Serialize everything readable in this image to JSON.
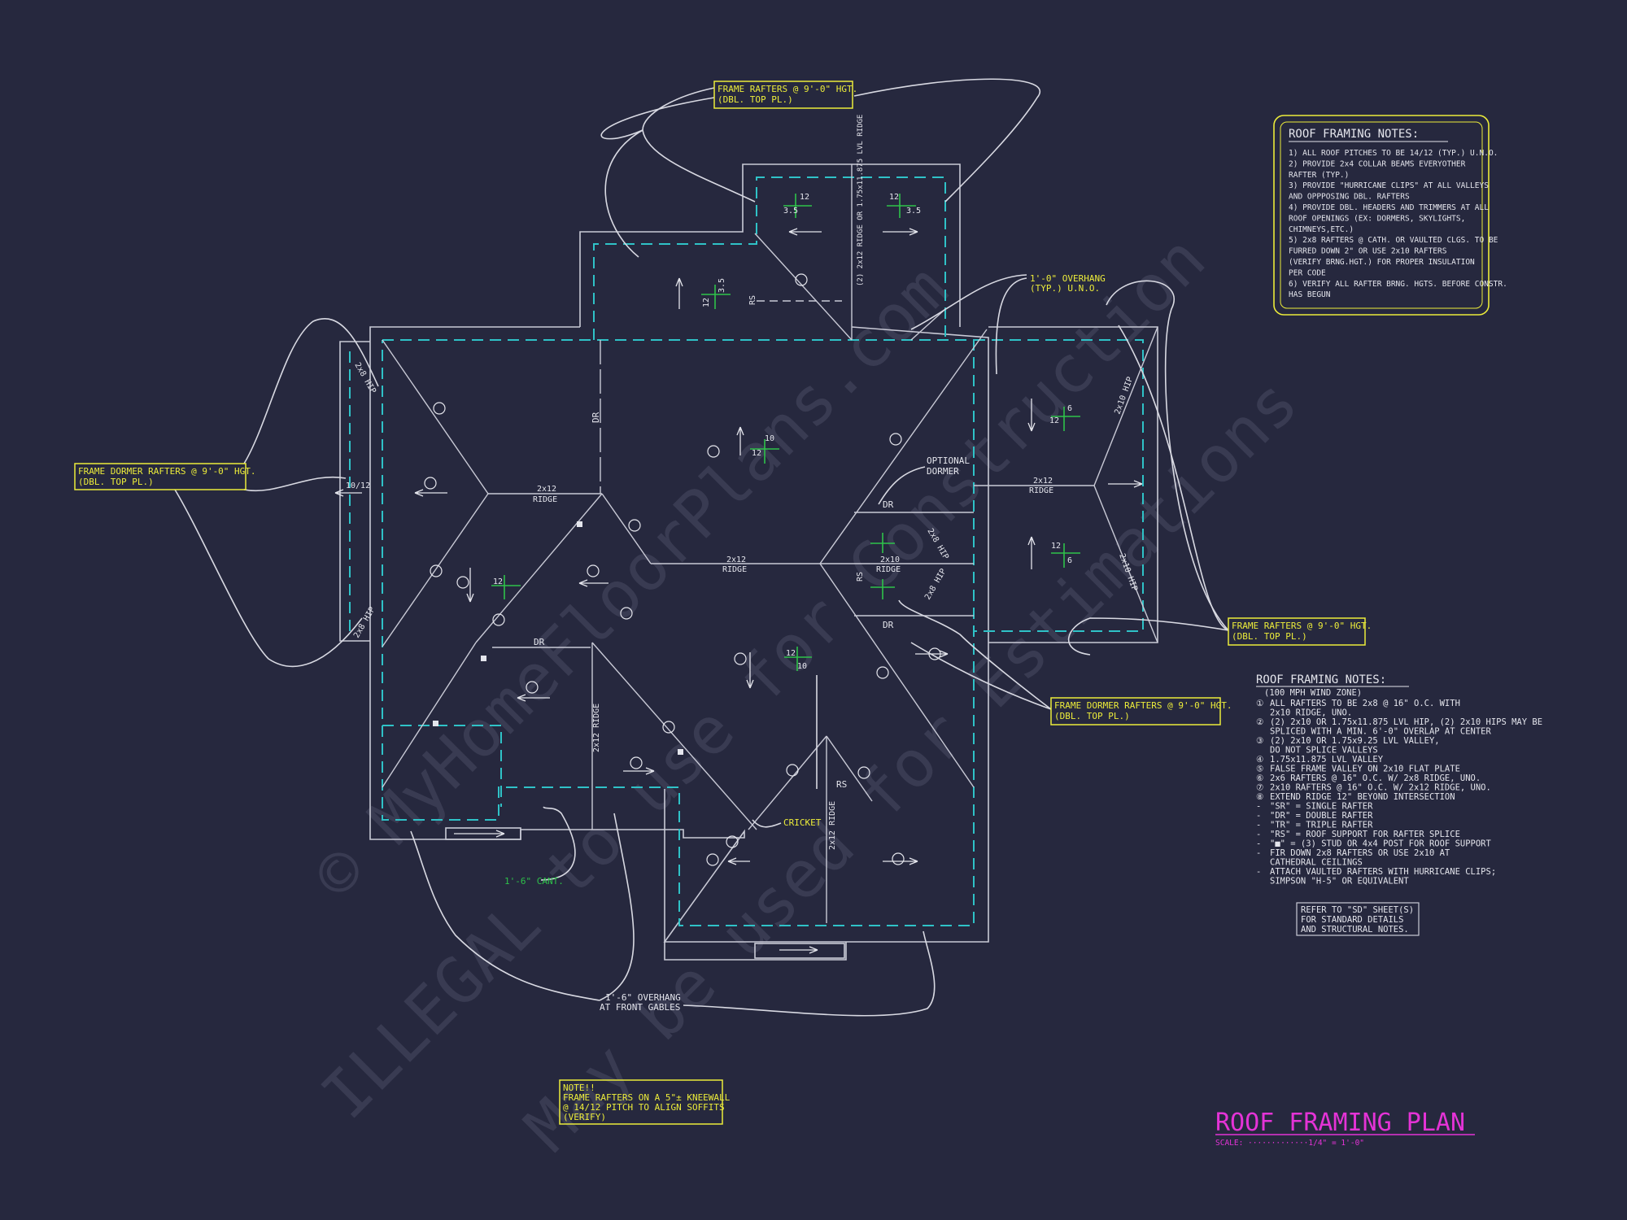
{
  "callouts": {
    "frame_rafters_top": [
      "FRAME RAFTERS @ 9'-0\" HGT.",
      "(DBL. TOP PL.)"
    ],
    "frame_dormer_left": [
      "FRAME DORMER RAFTERS @ 9'-0\" HGT.",
      "(DBL. TOP PL.)"
    ],
    "overhang_typ": [
      "1'-0\" OVERHANG",
      "(TYP.) U.N.O."
    ],
    "optional_dormer": [
      "OPTIONAL",
      "DORMER"
    ],
    "frame_rafters_right": [
      "FRAME RAFTERS @ 9'-0\" HGT.",
      "(DBL. TOP PL.)"
    ],
    "frame_dormer_right": [
      "FRAME DORMER RAFTERS @ 9'-0\" HGT.",
      "(DBL. TOP PL.)"
    ],
    "cricket": "CRICKET",
    "cant": "1'-6\" CANT.",
    "overhang_front": [
      "1'-6\" OVERHANG",
      "AT FRONT GABLES"
    ],
    "kneewall_note": [
      "NOTE!!",
      "FRAME RAFTERS ON A 5\"± KNEEWALL",
      "@ 14/12 PITCH TO ALIGN SOFFITS",
      "(VERIFY)"
    ]
  },
  "plan_labels": {
    "ridge_left": [
      "2x12",
      "RIDGE"
    ],
    "ridge_center": [
      "2x12",
      "RIDGE"
    ],
    "ridge_right": [
      "2x12",
      "RIDGE"
    ],
    "ridge_dormer": [
      "2x10",
      "RIDGE"
    ],
    "ridge_vertical_left": "2x12 RIDGE",
    "ridge_vertical_right": "2x12 RIDGE",
    "lvl_ridge": "(2) 2x12 RIDGE OR 1.75x11.875 LVL RIDGE",
    "dr": "DR",
    "rs": "RS",
    "pitch_10_12": "10/12",
    "hip_2x8": "2x8 HIP",
    "hip_2x10": "2x10 HIP",
    "pitch_12": "12",
    "pitch_35": "3.5",
    "pitch_6": "6",
    "pitch_10": "10"
  },
  "notes_box": {
    "title": "ROOF FRAMING NOTES:",
    "lines": [
      "1) ALL ROOF PITCHES TO BE 14/12 (TYP.) U.N.O.",
      "2) PROVIDE 2x4 COLLAR BEAMS EVERYOTHER",
      "    RAFTER (TYP.)",
      "3) PROVIDE \"HURRICANE CLIPS\" AT ALL VALLEYS",
      "    AND OPPPOSING DBL. RAFTERS",
      "4) PROVIDE DBL. HEADERS AND TRIMMERS AT ALL",
      "    ROOF OPENINGS (EX: DORMERS, SKYLIGHTS,",
      "    CHIMNEYS,ETC.)",
      "5) 2x8 RAFTERS @ CATH. OR VAULTED CLGS. TO BE",
      "    FURRED DOWN 2\" OR USE 2x10 RAFTERS",
      "    (VERIFY BRNG.HGT.) FOR PROPER INSULATION",
      "    PER CODE",
      "6) VERIFY ALL RAFTER BRNG. HGTS. BEFORE CONSTR.",
      "    HAS BEGUN"
    ]
  },
  "legend": {
    "title": "ROOF FRAMING NOTES:",
    "subtitle": "(100 MPH WIND ZONE)",
    "lines": [
      "ALL RAFTERS TO BE 2x8 @ 16\" O.C. WITH",
      "2x10 RIDGE, UNO.",
      "(2) 2x10 OR 1.75x11.875 LVL HIP, (2) 2x10 HIPS MAY BE",
      "SPLICED WITH A MIN. 6'-0\" OVERLAP AT CENTER",
      "(2) 2x10 OR 1.75x9.25 LVL VALLEY,",
      "DO NOT SPLICE VALLEYS",
      "1.75x11.875 LVL VALLEY",
      "FALSE FRAME VALLEY ON 2x10 FLAT PLATE",
      "2x6 RAFTERS @ 16\" O.C. W/ 2x8 RIDGE, UNO.",
      "2x10 RAFTERS @ 16\" O.C. W/ 2x12 RIDGE, UNO.",
      "EXTEND RIDGE 12\" BEYOND INTERSECTION",
      "\"SR\" = SINGLE RAFTER",
      "\"DR\" = DOUBLE RAFTER",
      "\"TR\" = TRIPLE RAFTER",
      "\"RS\" = ROOF SUPPORT FOR RAFTER SPLICE",
      "\"■\" = (3) STUD OR 4x4 POST FOR ROOF SUPPORT",
      "FIR DOWN 2x8 RAFTERS OR USE 2x10 AT",
      "CATHEDRAL CEILINGS",
      "ATTACH VAULTED RAFTERS WITH HURRICANE CLIPS;",
      "SIMPSON \"H-5\" OR EQUIVALENT"
    ],
    "markers": [
      "①",
      "",
      "②",
      "",
      "③",
      "",
      "④",
      "⑤",
      "⑥",
      "⑦",
      "⑧",
      "-",
      "-",
      "-",
      "-",
      "-",
      "-",
      "",
      "-",
      ""
    ]
  },
  "refer_box": [
    "REFER TO \"SD\" SHEET(S)",
    "FOR STANDARD DETAILS",
    "AND STRUCTURAL NOTES."
  ],
  "title_block": {
    "title": "ROOF FRAMING PLAN",
    "scale": "SCALE: ·············1/4\" = 1'-0\""
  },
  "watermark": [
    "© MyHomeFloorPlans.com",
    "ILLEGAL to use for Construction",
    "May be used for Estimations"
  ],
  "colors": {
    "background": "#26283e",
    "eave_line": "#2fc2c7",
    "callout_yellow": "#ecec3a",
    "title_magenta": "#e433d6",
    "pitch_green": "#2ec24a"
  }
}
